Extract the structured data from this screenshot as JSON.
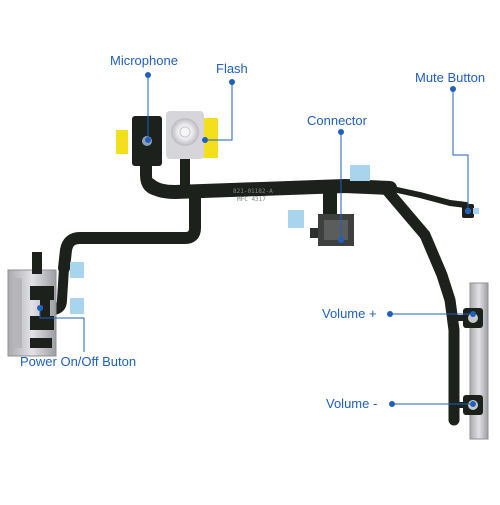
{
  "diagram": {
    "labels": {
      "microphone": "Microphone",
      "flash": "Flash",
      "mute": "Mute Button",
      "connector": "Connector",
      "volume_up": "Volume +",
      "volume_down": "Volume -",
      "power": "Power On/Off Buton"
    },
    "cable_print": {
      "line1": "821-01182-A",
      "line2": "MFC 4317"
    },
    "colors": {
      "label_text": "#1f5fbf",
      "leader_line": "#1f5fbf",
      "flex_cable": "#1c211c",
      "stiffener_blue": "#a8d4ee",
      "stiffener_yellow": "#f3df1c",
      "metal_bracket": "#c8c8cc"
    }
  }
}
